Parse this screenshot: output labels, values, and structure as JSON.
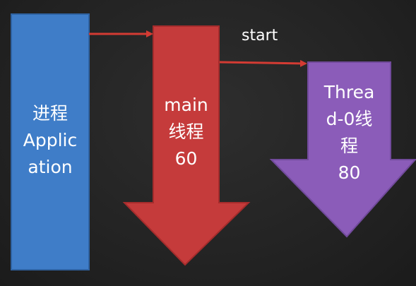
{
  "process": {
    "lines": [
      "进程",
      "Applic",
      "ation"
    ]
  },
  "main_thread": {
    "lines": [
      "main",
      "线程",
      "60"
    ]
  },
  "worker_thread": {
    "lines": [
      "Threa",
      "d-0线",
      "程",
      "80"
    ]
  },
  "start_label": "start",
  "colors": {
    "process_fill": "#3f7dc8",
    "main_fill": "#c53b3b",
    "worker_fill": "#8b5cb9",
    "connector": "#d33b33",
    "background": "#262626"
  }
}
